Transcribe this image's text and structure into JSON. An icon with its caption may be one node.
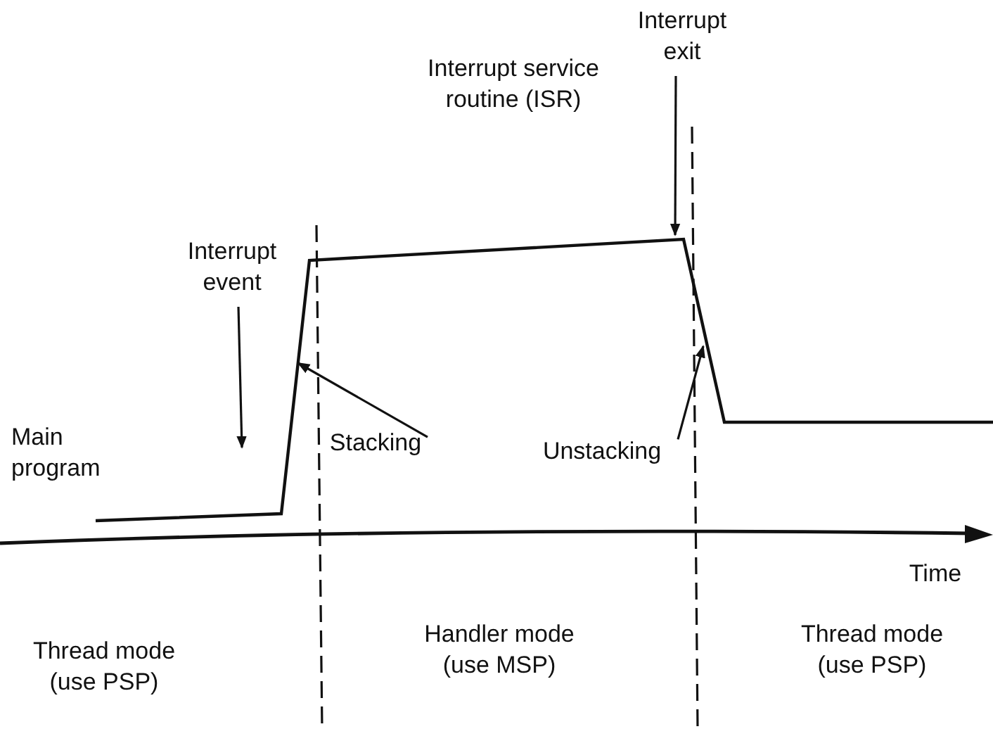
{
  "diagram": {
    "nodes": [
      {
        "text": [
          "Interrupt event"
        ]
      },
      {
        "text": [
          "Interrupt exit"
        ]
      },
      {
        "text": [
          "Stacking"
        ]
      },
      {
        "text": [
          "Unstacking"
        ]
      }
    ],
    "edges": [
      {
        "from": 0,
        "to": null,
        "arrow": "to"
      },
      {
        "from": 1,
        "to": null,
        "arrow": "to"
      },
      {
        "from": 2,
        "to": null,
        "arrow": "to"
      },
      {
        "from": 3,
        "to": null,
        "arrow": "to"
      }
    ],
    "labels": [
      "Interrupt service routine (ISR)",
      "Main program",
      "Time",
      "Thread mode (use PSP)",
      "Handler mode (use MSP)",
      "Thread mode (use PSP)"
    ]
  }
}
